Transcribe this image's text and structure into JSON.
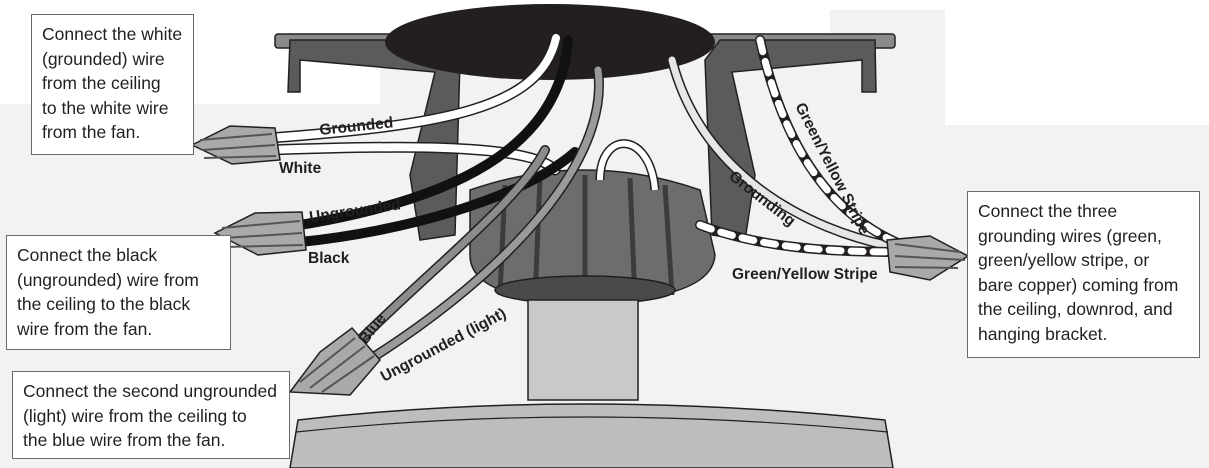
{
  "callouts": {
    "white": "Connect the white\n(grounded) wire\nfrom the ceiling\nto the white wire\nfrom the fan.",
    "black": "Connect the black\n(ungrounded) wire from\nthe ceiling to the black\nwire from the fan.",
    "light": "Connect the second ungrounded\n(light) wire from the ceiling to\nthe blue wire from the fan.",
    "ground": "Connect the three\ngrounding wires (green,\ngreen/yellow stripe, or\nbare copper) coming from\nthe ceiling, downrod, and\nhanging bracket."
  },
  "wire_labels": {
    "grounded": "Grounded",
    "white": "White",
    "ungrounded": "Ungrounded",
    "black": "Black",
    "blue": "Blue",
    "ungrounded_light": "Ungrounded (light)",
    "grounding": "Grounding",
    "green_yellow_stripe_upper": "Green/Yellow Stripe",
    "green_yellow_stripe_lower": "Green/Yellow Stripe"
  },
  "colors": {
    "wire_outline": "#231f20",
    "black_wire": "#111111",
    "housing_dark": "#4a4a4a",
    "housing_mid": "#6d6d6d",
    "connector_gray": "#a9a9a9",
    "panel_gray": "#f2f2f2",
    "downrod_gray": "#c9c9c9"
  }
}
